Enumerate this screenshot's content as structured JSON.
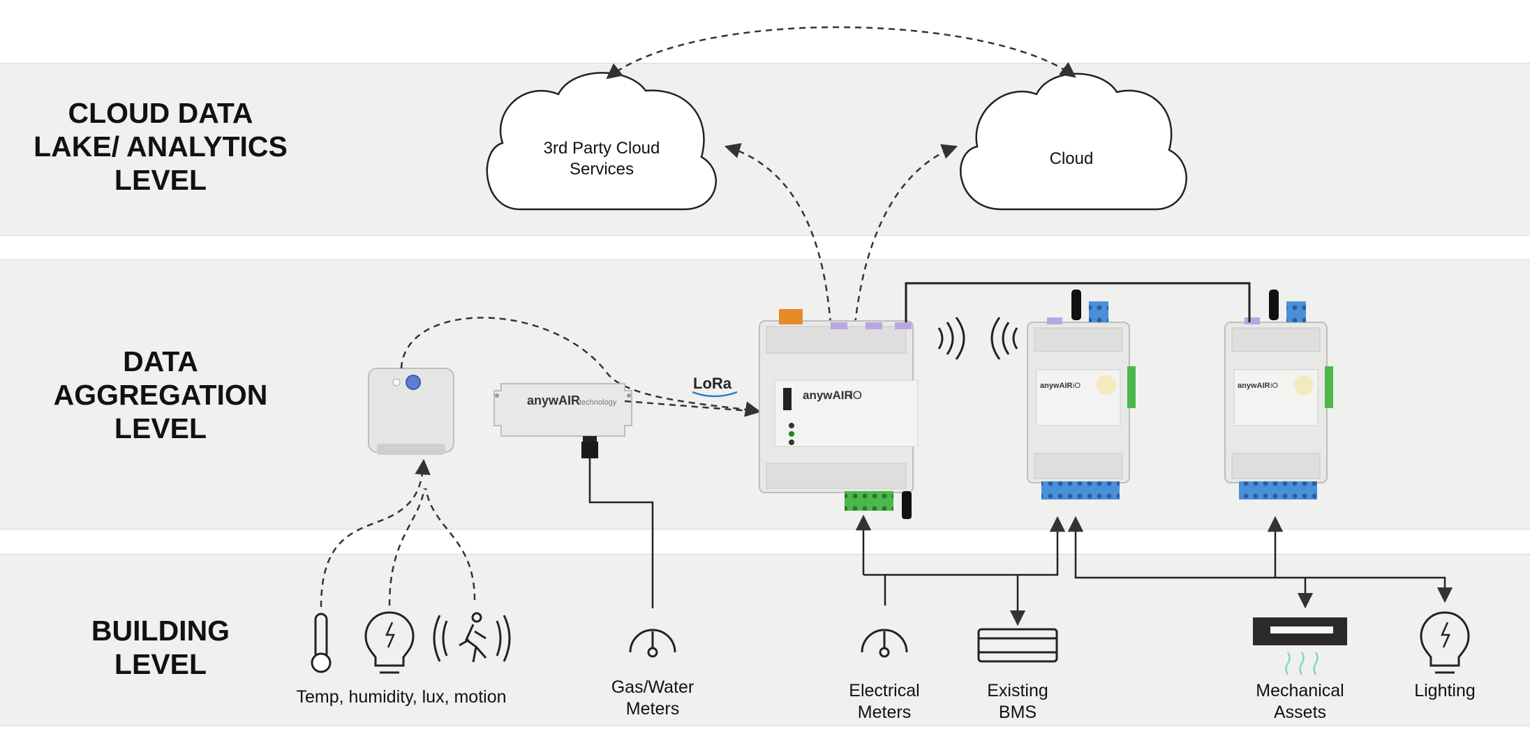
{
  "levels": {
    "cloud": [
      "CLOUD DATA",
      "LAKE/ ANALYTICS",
      "LEVEL"
    ],
    "aggregation": [
      "DATA",
      "AGGREGATION",
      "LEVEL"
    ],
    "building": [
      "BUILDING",
      "LEVEL"
    ]
  },
  "clouds": {
    "third_party": [
      "3rd Party Cloud",
      "Services"
    ],
    "cloud": "Cloud"
  },
  "devices": {
    "lora": "LoRa",
    "anywair_tech_brand": "anywAIR",
    "anywair_tech_suffix": "technology",
    "gateway_brand": "anywAIR",
    "gateway_suffix": "iO"
  },
  "building_items": {
    "sensors": "Temp, humidity, lux, motion",
    "gas_water": [
      "Gas/Water",
      "Meters"
    ],
    "electrical": [
      "Electrical",
      "Meters"
    ],
    "bms": [
      "Existing",
      "BMS"
    ],
    "mechanical": [
      "Mechanical",
      "Assets"
    ],
    "lighting": "Lighting"
  },
  "colors": {
    "band": "#f0f0ef",
    "line": "#333333",
    "device_body": "#e8e8e6",
    "terminal_blue": "#4a90d9",
    "terminal_green": "#4cb84c",
    "terminal_orange": "#e8892a",
    "terminal_purple": "#b9a6e0",
    "brand_red": "#e23030"
  }
}
